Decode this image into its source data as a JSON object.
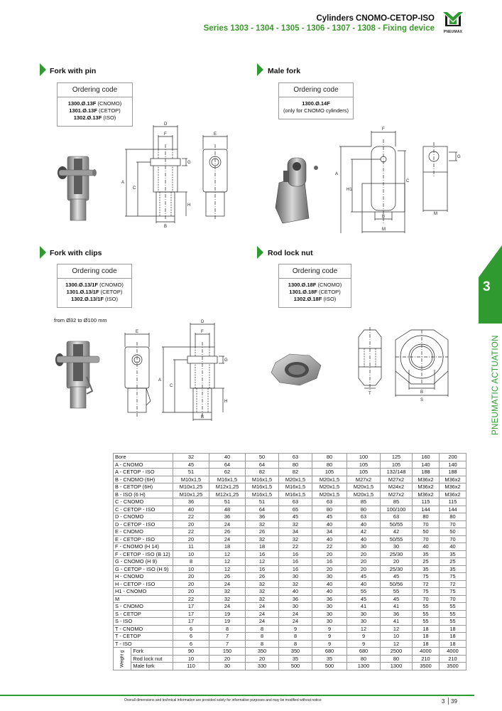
{
  "header": {
    "title": "Cylinders CNOMO-CETOP-ISO",
    "subtitle": "Series 1303 - 1304 - 1305 - 1306 - 1307 - 1308 - Fixing device",
    "logo_text": "PNEUMAX",
    "accent_color": "#2e9a30"
  },
  "sections": {
    "fork_with_pin": {
      "title": "Fork with pin",
      "ordering_title": "Ordering code",
      "codes": [
        {
          "code": "1300.Ø.13F",
          "label": " (CNOMO)"
        },
        {
          "code": "1301.Ø.13F",
          "label": " (CETOP)"
        },
        {
          "code": "1302.Ø.13F",
          "label": " (ISO)"
        }
      ],
      "dims": {
        "d": "D",
        "f": "F",
        "e": "E",
        "g": "G",
        "a": "A",
        "c": "C",
        "h": "H",
        "b": "B"
      }
    },
    "male_fork": {
      "title": "Male fork",
      "ordering_title": "Ordering code",
      "code": "1300.Ø.14F",
      "note": "(only for CNOMO cylinders)",
      "dims": {
        "f": "F",
        "g": "G",
        "a": "A",
        "h1": "H1",
        "c": "C",
        "b": "B",
        "m1": "M",
        "m2": "M"
      }
    },
    "fork_with_clips": {
      "title": "Fork with clips",
      "ordering_title": "Ordering code",
      "codes": [
        {
          "code": "1300.Ø.13/1F",
          "label": " (CNOMO)"
        },
        {
          "code": "1301.Ø.13/1F",
          "label": " (CETOP)"
        },
        {
          "code": "1302.Ø.13/1F",
          "label": " (ISO)"
        }
      ],
      "range_note": "from Ø32 to Ø100 mm",
      "dims": {
        "d": "D",
        "f": "F",
        "e": "E",
        "g": "G",
        "a": "A",
        "c": "C",
        "h": "H",
        "b": "B"
      }
    },
    "rod_lock_nut": {
      "title": "Rod lock nut",
      "ordering_title": "Ordering code",
      "codes": [
        {
          "code": "1300.Ø.18F",
          "label": " (CNOMO)"
        },
        {
          "code": "1301.Ø.18F",
          "label": " (CETOP)"
        },
        {
          "code": "1302.Ø.18F",
          "label": " (ISO)"
        }
      ],
      "dims": {
        "t": "T",
        "b": "B",
        "s": "S"
      }
    }
  },
  "side_tab": {
    "number": "3",
    "label": "PNEUMATIC ACTUATION"
  },
  "table": {
    "rows": [
      [
        "Bore",
        "32",
        "40",
        "50",
        "63",
        "80",
        "100",
        "125",
        "160",
        "200"
      ],
      [
        "A - CNOMO",
        "45",
        "64",
        "64",
        "80",
        "80",
        "105",
        "105",
        "140",
        "140"
      ],
      [
        "A - CETOP - ISO",
        "51",
        "62",
        "82",
        "82",
        "105",
        "105",
        "132/148",
        "188",
        "188"
      ],
      [
        "B - CNOMO (6H)",
        "M10x1,5",
        "M16x1,5",
        "M16x1,5",
        "M20x1,5",
        "M20x1,5",
        "M27x2",
        "M27x2",
        "M36x2",
        "M36x2"
      ],
      [
        "B - CETOP (6H)",
        "M10x1,25",
        "M12x1,25",
        "M16x1,5",
        "M16x1,5",
        "M20x1,5",
        "M20x1,5",
        "M24x2",
        "M36x2",
        "M36x2"
      ],
      [
        "B - ISO (6 H)",
        "M10x1,25",
        "M12x1,25",
        "M16x1,5",
        "M16x1,5",
        "M20x1,5",
        "M20x1,5",
        "M27x2",
        "M36x2",
        "M36x2"
      ],
      [
        "C - CNOMO",
        "36",
        "51",
        "51",
        "63",
        "63",
        "85",
        "85",
        "115",
        "115"
      ],
      [
        "C - CETOP - ISO",
        "40",
        "48",
        "64",
        "65",
        "80",
        "80",
        "100/100",
        "144",
        "144"
      ],
      [
        "D - CNOMO",
        "22",
        "36",
        "36",
        "45",
        "45",
        "63",
        "63",
        "80",
        "80"
      ],
      [
        "D - CETOP - ISO",
        "20",
        "24",
        "32",
        "32",
        "40",
        "40",
        "50/55",
        "70",
        "70"
      ],
      [
        "E - CNOMO",
        "22",
        "26",
        "26",
        "34",
        "34",
        "42",
        "42",
        "50",
        "50"
      ],
      [
        "E - CETOP - ISO",
        "20",
        "24",
        "32",
        "32",
        "40",
        "40",
        "50/55",
        "70",
        "70"
      ],
      [
        "F - CNOMO (H 14)",
        "11",
        "18",
        "18",
        "22",
        "22",
        "30",
        "30",
        "40",
        "40"
      ],
      [
        "F - CETOP - ISO (B 12)",
        "10",
        "12",
        "16",
        "16",
        "20",
        "20",
        "25/30",
        "35",
        "35"
      ],
      [
        "G - CNOMO (H 9)",
        "8",
        "12",
        "12",
        "16",
        "16",
        "20",
        "20",
        "25",
        "25"
      ],
      [
        "G - CETOP - ISO (H 9)",
        "10",
        "12",
        "16",
        "16",
        "20",
        "20",
        "25/30",
        "35",
        "35"
      ],
      [
        "H - CNOMO",
        "20",
        "26",
        "26",
        "30",
        "30",
        "45",
        "45",
        "75",
        "75"
      ],
      [
        "H - CETOP - ISO",
        "20",
        "24",
        "32",
        "32",
        "40",
        "40",
        "50/56",
        "72",
        "72"
      ],
      [
        "H1 - CNOMO",
        "20",
        "32",
        "32",
        "40",
        "40",
        "55",
        "55",
        "75",
        "75"
      ],
      [
        "M",
        "22",
        "32",
        "32",
        "36",
        "36",
        "45",
        "45",
        "70",
        "70"
      ],
      [
        "S - CNOMO",
        "17",
        "24",
        "24",
        "30",
        "30",
        "41",
        "41",
        "55",
        "55"
      ],
      [
        "S - CETOP",
        "17",
        "19",
        "24",
        "24",
        "30",
        "30",
        "36",
        "55",
        "55"
      ],
      [
        "S - ISO",
        "17",
        "19",
        "24",
        "24",
        "30",
        "30",
        "41",
        "55",
        "55"
      ],
      [
        "T - CNOMO",
        "6",
        "8",
        "8",
        "9",
        "9",
        "12",
        "12",
        "18",
        "18"
      ],
      [
        "T - CETOP",
        "6",
        "7",
        "8",
        "8",
        "9",
        "9",
        "10",
        "18",
        "18"
      ],
      [
        "T - ISO",
        "6",
        "7",
        "8",
        "8",
        "9",
        "9",
        "12",
        "18",
        "18"
      ]
    ],
    "weight_label": "Weight g",
    "weight_rows": [
      [
        "Fork",
        "90",
        "150",
        "350",
        "350",
        "680",
        "680",
        "2500",
        "4000",
        "4000"
      ],
      [
        "Rod lock nut",
        "10",
        "20",
        "20",
        "35",
        "35",
        "80",
        "80",
        "210",
        "210"
      ],
      [
        "Male fork",
        "110",
        "30",
        "330",
        "500",
        "500",
        "1300",
        "1300",
        "3500",
        "3500"
      ]
    ]
  },
  "footer": {
    "note": "Overall dimensions and technical information are provided solely for informative purposes and may be modified without notice",
    "section": "3",
    "page": "39"
  }
}
